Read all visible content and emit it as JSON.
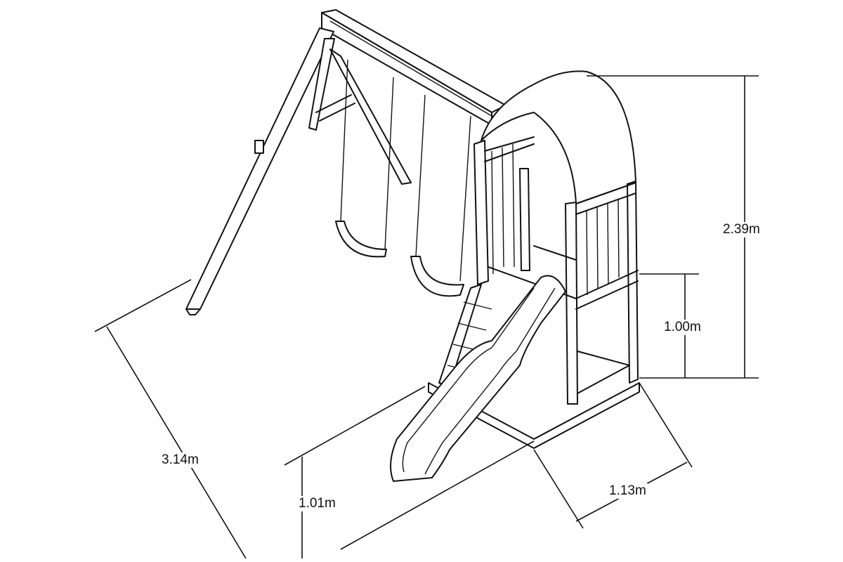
{
  "title": "Swing set with play tower and slide - dimensions",
  "dimensions": {
    "total_height": "2.39m",
    "platform_height": "1.00m",
    "total_length": "3.14m",
    "slide_run": "1.01m",
    "tower_width": "1.13m"
  }
}
